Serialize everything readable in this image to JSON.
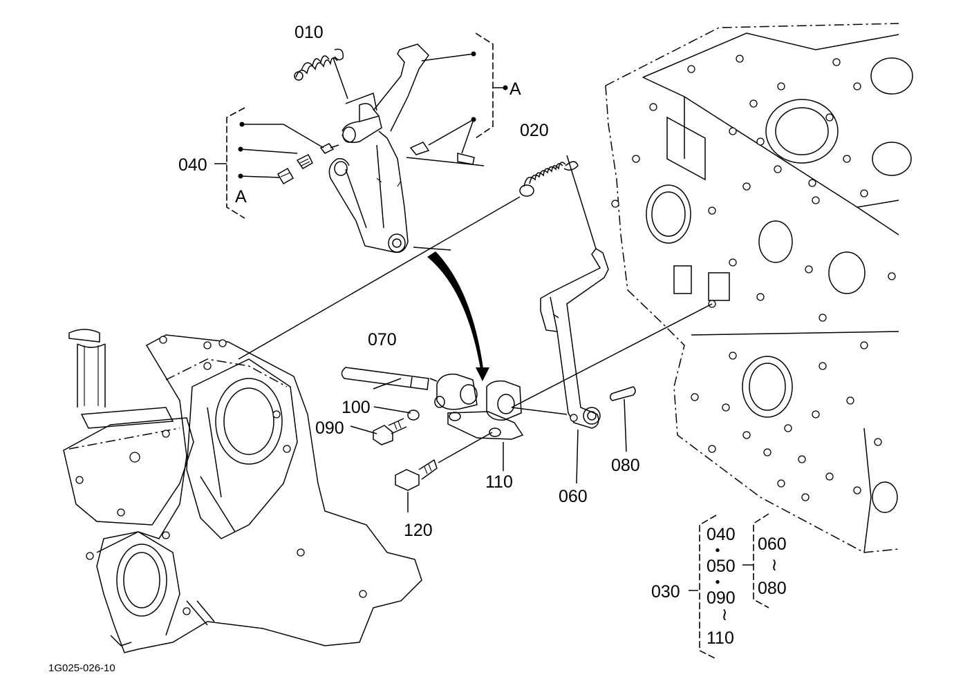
{
  "diagram_code": "1G025-026-10",
  "parts": {
    "p010": "010",
    "p020": "020",
    "p040": "040",
    "p060": "060",
    "p070": "070",
    "p080": "080",
    "p090": "090",
    "p100": "100",
    "p110": "110",
    "p120": "120"
  },
  "group_marker": "A",
  "assembly": {
    "parent": "030",
    "col1": [
      "040",
      "050",
      "090",
      "110"
    ],
    "col2": [
      "060",
      "080"
    ],
    "dot_sep": "・",
    "range_sep": "≀"
  }
}
